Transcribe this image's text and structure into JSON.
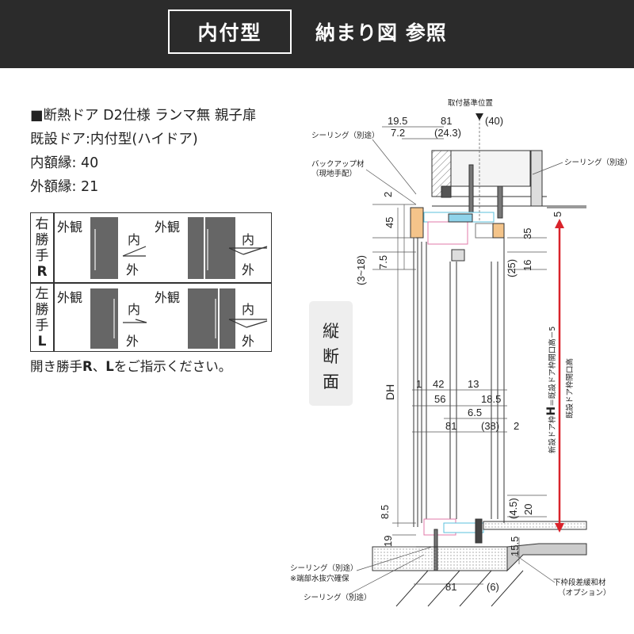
{
  "header": {
    "type_label": "内付型",
    "title": "納まり図 参照"
  },
  "spec": {
    "line1": "■断熱ドア D2仕様 ランマ無 親子扉",
    "line2": "既設ドア:内付型(ハイドア)",
    "line3": "内額縁: 40",
    "line4": "外額縁: 21"
  },
  "hand_table": {
    "right": {
      "c1": "右",
      "c2": "勝",
      "c3": "手",
      "letter": "R"
    },
    "left": {
      "c1": "左",
      "c2": "勝",
      "c3": "手",
      "letter": "L"
    },
    "exterior_label": "外観",
    "inside_label": "内",
    "outside_label": "外"
  },
  "note": {
    "pre": "開き勝手",
    "r": "R",
    "sep": "、",
    "l": "L",
    "post": "をご指示ください。"
  },
  "section_label": {
    "c1": "縦",
    "c2": "断",
    "c3": "面"
  },
  "diagram": {
    "ref_position": "取付基準位置",
    "sealing_1": "シーリング（別途）",
    "sealing_2": "シーリング（別途）",
    "backup_1": "バックアップ材",
    "backup_2": "（現地手配）",
    "sealing_3": "シーリング（別途）",
    "drain_note": "※端部水抜穴確保",
    "sealing_4": "シーリング（別途）",
    "sill_1": "下枠段差緩和材",
    "sill_2": "（オプション）",
    "dh": "DH",
    "vertical_label_1": "新設ドア枠",
    "vertical_label_H": "H",
    "vertical_label_2": "＝既設ドア枠開口高－5",
    "vertical_label_3": "既設ドア枠開口高",
    "dims": {
      "d19_5": "19.5",
      "d81_top": "81",
      "d40": "(40)",
      "d7_2": "7.2",
      "d24_3": "(24.3)",
      "d2": "2",
      "d45": "45",
      "d5": "5",
      "d35": "35",
      "d3_18": "(3~18)",
      "d7_5": "7.5",
      "d25": "(25)",
      "d16": "16",
      "d1": "1",
      "d42": "42",
      "d13": "13",
      "d56": "56",
      "d18_5": "18.5",
      "d6_5": "6.5",
      "d81_mid": "81",
      "d38": "(38)",
      "d2_mid": "2",
      "d8_5": "8.5",
      "d4_5": "(4.5)",
      "d20": "20",
      "d19": "19",
      "d15_5": "15.5",
      "d81_bot": "81",
      "d6": "(6)"
    }
  }
}
